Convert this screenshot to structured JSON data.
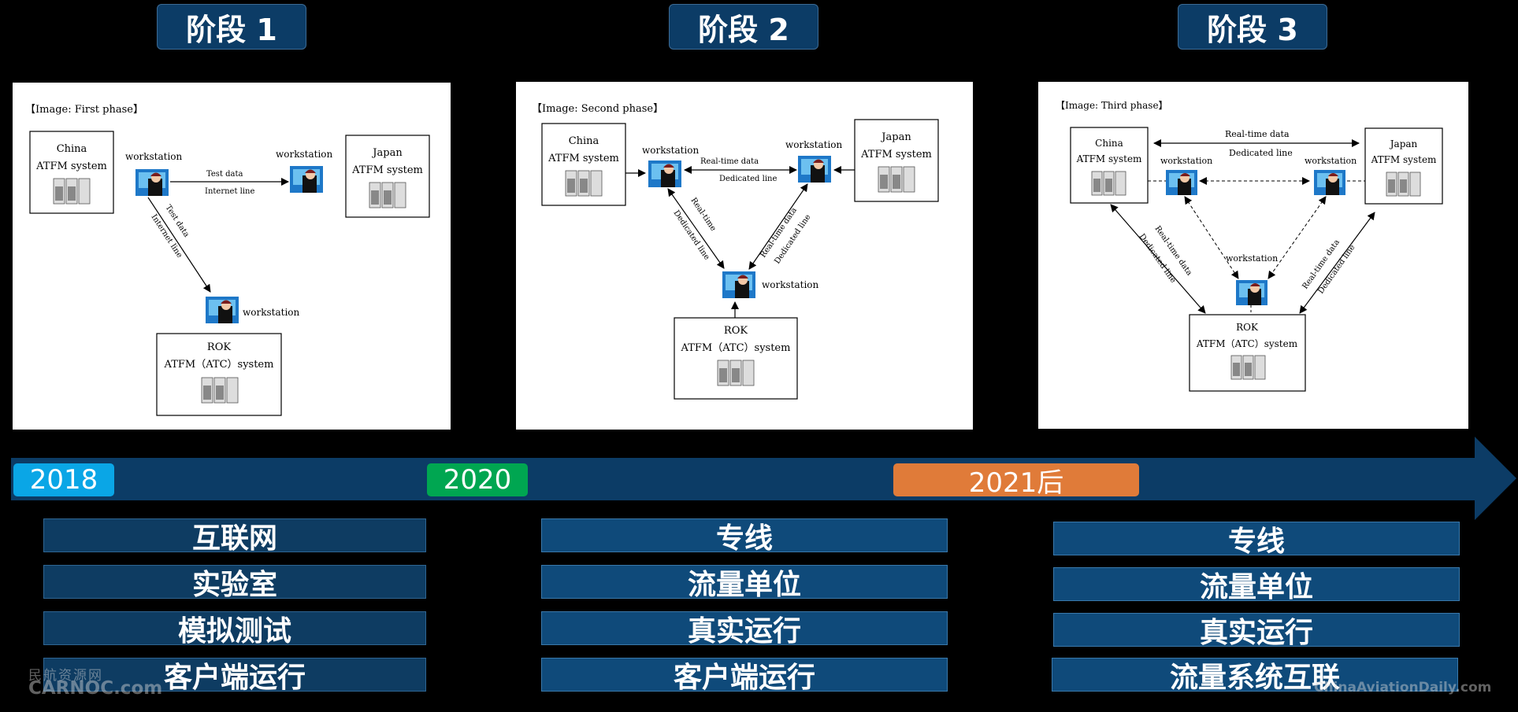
{
  "stages": [
    "阶段 1",
    "阶段 2",
    "阶段 3"
  ],
  "panels": {
    "p1": {
      "caption": "【Image: First phase】"
    },
    "p2": {
      "caption": "【Image: Second phase】"
    },
    "p3": {
      "caption": "【Image: Third phase】"
    }
  },
  "nodes": {
    "china": "China",
    "japan": "Japan",
    "rok": "ROK",
    "atfm_system": "ATFM system",
    "rok_system": "ATFM（ATC）system",
    "workstation": "workstation"
  },
  "links": {
    "test_data": "Test data",
    "internet_line": "Internet line",
    "realtime_data": "Real-time data",
    "realtime": "Real-time",
    "dedicated_line": "Dedicated line"
  },
  "timeline": {
    "years": [
      "2018",
      "2020",
      "2021后"
    ],
    "colors": {
      "y2018": "#0aa6e6",
      "y2020": "#00a651",
      "y2021": "#e07b39",
      "bar": "#0c3c66"
    }
  },
  "features": {
    "stage1": [
      "互联网",
      "实验室",
      "模拟测试",
      "客户端运行"
    ],
    "stage2": [
      "专线",
      "流量单位",
      "真实运行",
      "客户端运行"
    ],
    "stage3": [
      "专线",
      "流量单位",
      "真实运行",
      "流量系统互联"
    ]
  },
  "watermarks": {
    "left_cn": "民航资源网",
    "left_en": "CARNOC.com",
    "right_en": "ChinaAviationDaily.com"
  }
}
